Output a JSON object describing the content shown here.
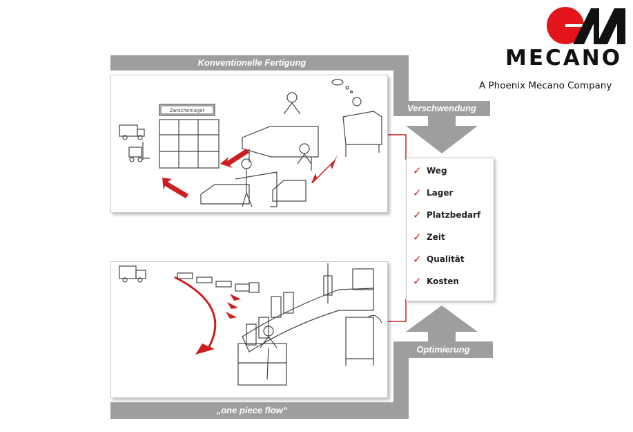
{
  "brand": {
    "name": "MECANO",
    "tagline": "A Phoenix Mecano Company",
    "colors": {
      "red": "#e3151a",
      "black": "#111111"
    }
  },
  "diagram": {
    "top_label": "Konventionelle Fertigung",
    "bottom_label": "„one piece flow“",
    "waste_label": "Verschwendung",
    "optimize_label": "Optimierung",
    "factors": [
      {
        "label": "Weg"
      },
      {
        "label": "Lager"
      },
      {
        "label": "Platzbedarf"
      },
      {
        "label": "Zeit"
      },
      {
        "label": "Qualität"
      },
      {
        "label": "Kosten"
      }
    ],
    "sketch_sign_text": "Zwischenlager",
    "colors": {
      "band": "#9e9e9e",
      "accent": "#cc1e1e",
      "panel": "#ffffff",
      "border": "#c8c8c8"
    }
  }
}
